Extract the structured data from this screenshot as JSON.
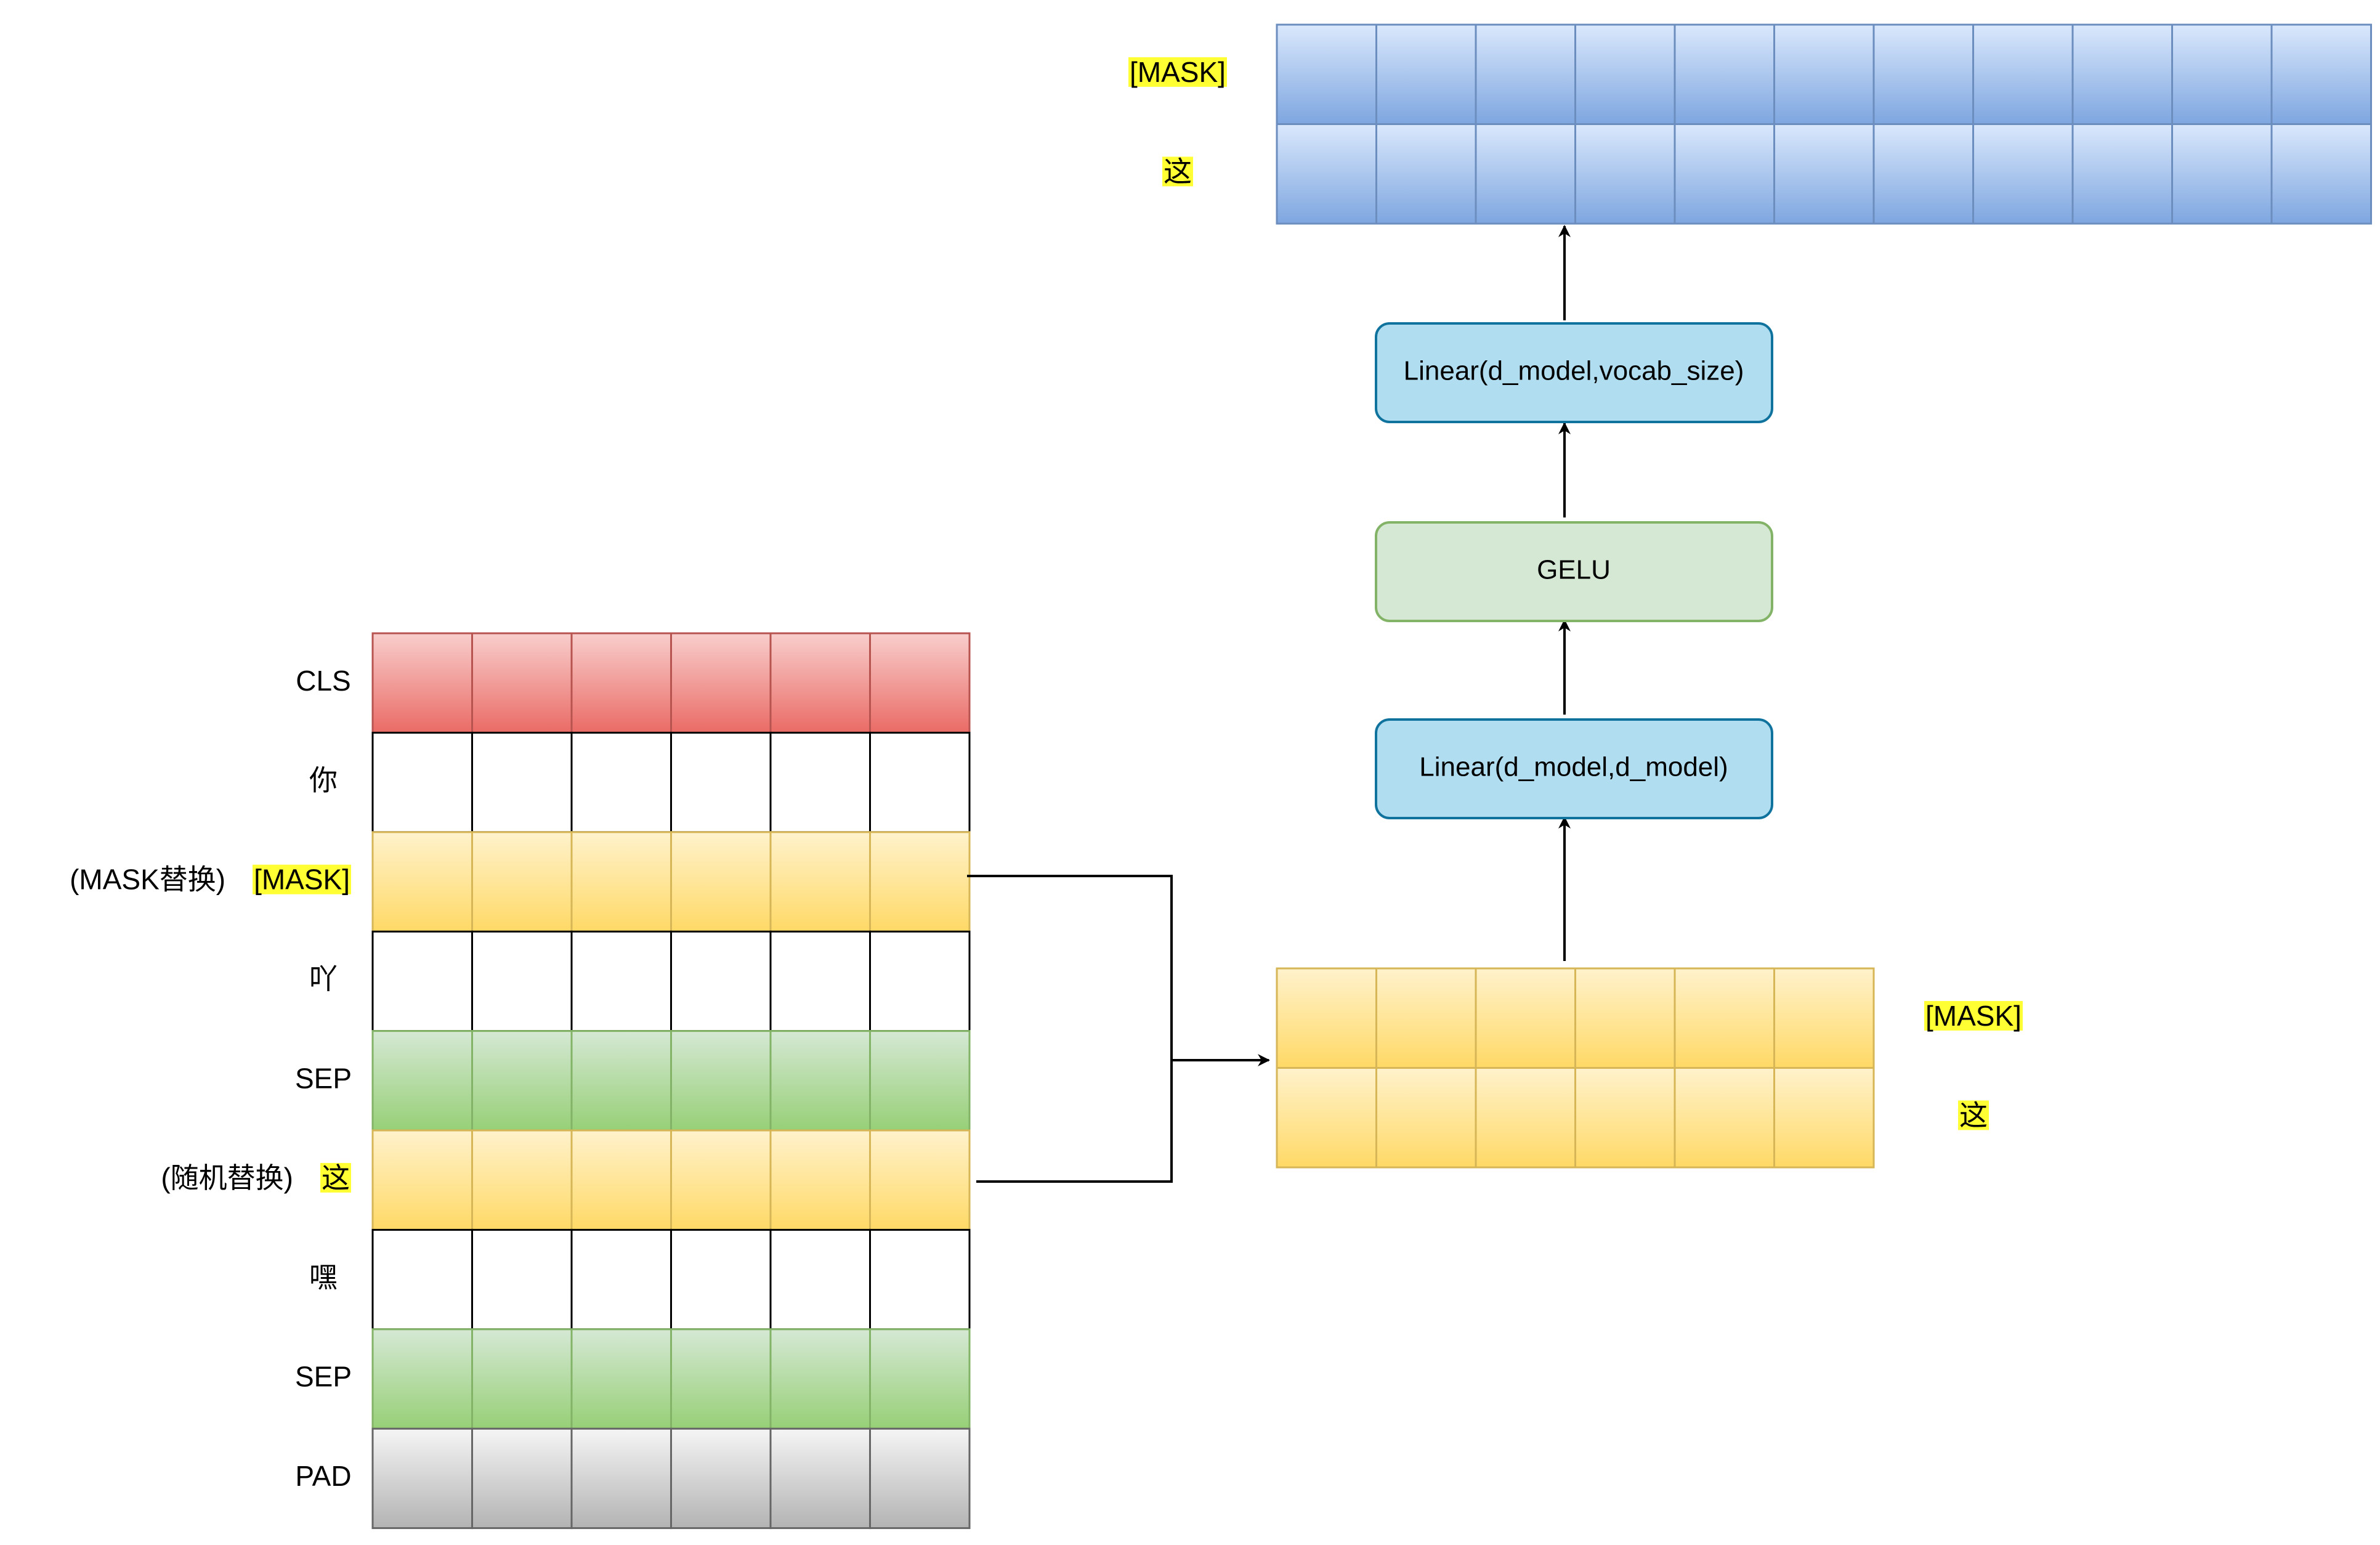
{
  "colors": {
    "red_top": "#f8cecc",
    "red_bottom": "#ea6b66",
    "red_stroke": "#b85450",
    "yellow_top": "#fff2cc",
    "yellow_bottom": "#ffd966",
    "yellow_stroke": "#d6b656",
    "green_top": "#d5e8d4",
    "green_bottom": "#97d077",
    "green_stroke": "#82b366",
    "gray_top": "#f5f5f5",
    "gray_bottom": "#b3b3b3",
    "gray_stroke": "#666666",
    "blue_top": "#dae8fc",
    "blue_bottom": "#7ea6e0",
    "blue_stroke": "#6c8ebf",
    "white": "#ffffff",
    "black_stroke": "#000000",
    "layer_blue_fill": "#b1ddf0",
    "layer_blue_stroke": "#10739e",
    "layer_green_fill": "#d5e8d4",
    "layer_green_stroke": "#82b366",
    "highlight": "#ffff33"
  },
  "input_sequence": {
    "rows": [
      {
        "token": "CLS",
        "prefix": "",
        "color": "red",
        "highlight": false
      },
      {
        "token": "你",
        "prefix": "",
        "color": "white",
        "highlight": false
      },
      {
        "token": "[MASK]",
        "prefix": "(MASK替换)",
        "color": "yellow",
        "highlight": true
      },
      {
        "token": "吖",
        "prefix": "",
        "color": "white",
        "highlight": false
      },
      {
        "token": "SEP",
        "prefix": "",
        "color": "green",
        "highlight": false
      },
      {
        "token": "这",
        "prefix": "(随机替换)",
        "color": "yellow",
        "highlight": true
      },
      {
        "token": "嘿",
        "prefix": "",
        "color": "white",
        "highlight": false
      },
      {
        "token": "SEP",
        "prefix": "",
        "color": "green",
        "highlight": false
      },
      {
        "token": "PAD",
        "prefix": "",
        "color": "gray",
        "highlight": false
      }
    ]
  },
  "selected_tokens": {
    "labels": [
      "[MASK]",
      "这"
    ]
  },
  "layers": [
    {
      "name": "linear-d-model-layer",
      "label": "Linear(d_model,d_model)",
      "style": "blue"
    },
    {
      "name": "gelu-layer",
      "label": "GELU",
      "style": "green"
    },
    {
      "name": "linear-vocab-layer",
      "label": "Linear(d_model,vocab_size)",
      "style": "blue"
    }
  ],
  "output_logits": {
    "labels": [
      "[MASK]",
      "这"
    ]
  }
}
